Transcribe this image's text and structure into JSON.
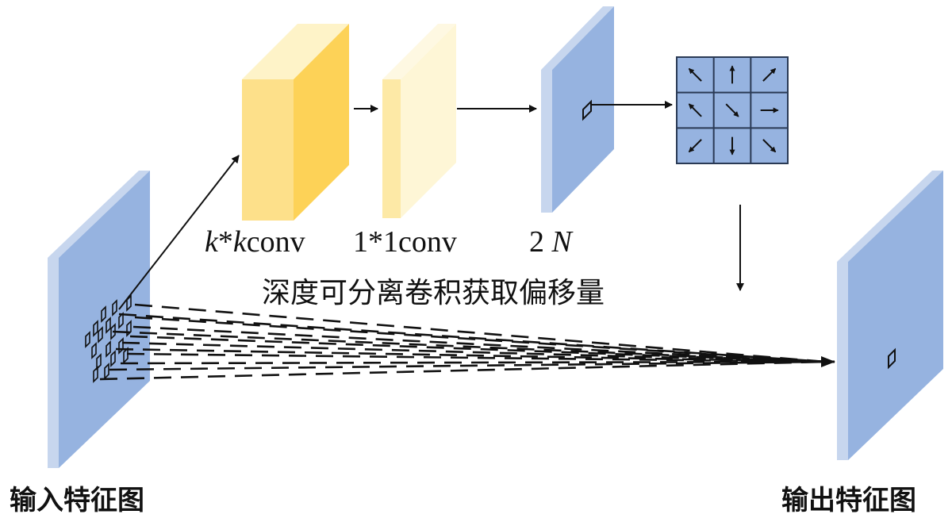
{
  "labels": {
    "input_feature_map": "输入特征图",
    "output_feature_map": "输出特征图",
    "kxk_k1": "k",
    "kxk_op": "*",
    "kxk_k2": "k",
    "kxk_conv": "conv",
    "one_by_one": "1*1conv",
    "twoN_num": "2",
    "twoN_var": "N",
    "caption": "深度可分离卷积获取偏移量"
  },
  "colors": {
    "feature_map_face": "#96b3e0",
    "feature_map_side": "#c7d6ee",
    "conv_kxk_front": "#fde08a",
    "conv_kxk_side": "#fdd257",
    "conv_1x1_front": "#fde9a6",
    "conv_1x1_side": "#fef6d6",
    "grid_fill": "#96b3e0",
    "line": "#111111"
  },
  "offset_grid": {
    "rows": 3,
    "cols": 3,
    "arrows": [
      "up-left",
      "up",
      "up-right",
      "up-left",
      "down-right",
      "right",
      "down-left",
      "down",
      "down-right"
    ]
  }
}
